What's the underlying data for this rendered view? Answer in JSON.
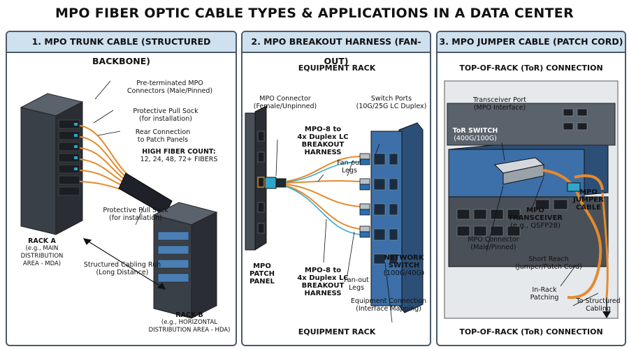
{
  "title": "MPO FIBER OPTIC CABLE TYPES & APPLICATIONS IN A DATA CENTER",
  "panels": [
    {
      "heading": "1. MPO TRUNK CABLE (STRUCTURED BACKBONE)",
      "labels": {
        "connectors_1": "Pre-terminated MPO",
        "connectors_2": "Connectors (Male/Pinned)",
        "sock_1": "Protective Pull Sock",
        "sock_2": "(for installation)",
        "rear_1": "Rear Connection",
        "rear_2": "to Patch Panels",
        "count_1": "HIGH FIBER COUNT:",
        "count_2": "12, 24, 48, 72+ FIBERS",
        "sock_b_1": "Protective Pull Sock",
        "sock_b_2": "(for installation)",
        "rack_a_1": "RACK A",
        "rack_a_2": "(e.g., MAIN DISTRIBUTION",
        "rack_a_3": "AREA - MDA)",
        "run_1": "Structured Cabling Run",
        "run_2": "(Long Distance)",
        "rack_b_1": "RACK B",
        "rack_b_2": "(e.g., HORIZONTAL",
        "rack_b_3": "DISTRIBUTION AREA - HDA)"
      }
    },
    {
      "heading": "2. MPO BREAKOUT HARNESS (FAN-OUT)",
      "labels": {
        "top": "EQUIPMENT RACK",
        "conn_1": "MPO Connector",
        "conn_2": "(Female/Unpinned)",
        "ports_1": "Switch Ports",
        "ports_2": "(10G/25G LC Duplex)",
        "harness_1": "MPO-8 to",
        "harness_2": "4x Duplex LC",
        "harness_3": "BREAKOUT",
        "harness_4": "HARNESS",
        "legs_1": "Fan-out",
        "legs_2": "Legs",
        "panel_1": "MPO",
        "panel_2": "PATCH",
        "panel_3": "PANEL",
        "harness_b_1": "MPO-8 to",
        "harness_b_2": "4x Duplex LC",
        "harness_b_3": "BREAKOUT",
        "harness_b_4": "HARNESS",
        "legs_b_1": "Fan-out",
        "legs_b_2": "Legs",
        "switch_1": "NETWORK",
        "switch_2": "SWITCH",
        "switch_3": "(100G/40G)",
        "eq_conn_1": "Equipment Connection",
        "eq_conn_2": "(Interface Mapping)",
        "bottom": "EQUIPMENT RACK"
      }
    },
    {
      "heading": "3. MPO JUMPER CABLE (PATCH CORD)",
      "labels": {
        "top": "TOP-OF-RACK (ToR) CONNECTION",
        "port_1": "Transceiver Port",
        "port_2": "(MPO Interface)",
        "tor_1": "ToR SWITCH",
        "tor_2": "(400G/100G)",
        "jumper_1": "MPO",
        "jumper_2": "JUMPER",
        "jumper_3": "CABLE",
        "xcvr_1": "MPO",
        "xcvr_2": "TRANSCEIVER",
        "xcvr_3": "(e.g., QSFP28)",
        "mpo_conn_1": "MPO Connector",
        "mpo_conn_2": "(Male/Pinned)",
        "reach_1": "Short Reach",
        "reach_2": "(Jumper/Patch Cord)",
        "inrack_1": "In-Rack",
        "inrack_2": "Patching",
        "struct_1": "To Structured",
        "struct_2": "Cabling",
        "bottom": "TOP-OF-RACK (ToR) CONNECTION"
      }
    }
  ],
  "colors": {
    "header_bg": "#cfe0ef",
    "border": "#4a5a6a",
    "fiber_orange": "#e58a2c",
    "fiber_aqua": "#2fa6c9",
    "rack_dark": "#2c3138",
    "switch_blue": "#3d6fa8"
  }
}
